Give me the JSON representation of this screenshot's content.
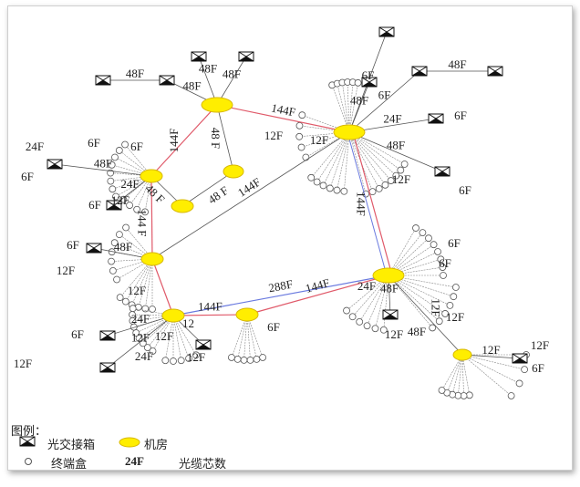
{
  "colors": {
    "room_fill": "#ffee00",
    "room_stroke": "#d8b800",
    "trunk_red": "#e05a6a",
    "trunk_blue": "#6a7adf",
    "branch": "#555555"
  },
  "links": [
    {
      "label": "144F",
      "color": "red"
    },
    {
      "label": "144F",
      "color": "red"
    },
    {
      "label": "48 F",
      "color": "gray"
    },
    {
      "label": "48 F",
      "color": "gray"
    },
    {
      "label": "48 F",
      "color": "gray"
    },
    {
      "label": "144 F",
      "color": "red"
    },
    {
      "label": "144F",
      "color": "gray"
    },
    {
      "label": "144F",
      "color": "red-blue"
    },
    {
      "label": "",
      "color": "red"
    },
    {
      "label": "288F",
      "color": "blue"
    },
    {
      "label": "144F",
      "color": "red"
    },
    {
      "label": "144F",
      "color": "red"
    },
    {
      "label": "12F",
      "color": "gray"
    }
  ],
  "box_labels": [
    "48F",
    "48F",
    "48F",
    "48F",
    "6F",
    "48F",
    "48F",
    "24F",
    "48F",
    "48F",
    "48F",
    "24F",
    "12F",
    "12",
    "48F",
    "12F",
    "6F",
    "24F"
  ],
  "terminal_labels": [
    "24F",
    "6F",
    "6F",
    "6F",
    "12F",
    "6F",
    "6F",
    "12F",
    "12F",
    "12F",
    "12F",
    "6F",
    "24F",
    "12F",
    "6F",
    "12F",
    "12F",
    "12F",
    "6F",
    "6F",
    "6F",
    "6F",
    "12F",
    "24F",
    "48F",
    "12F",
    "12F",
    "6F"
  ],
  "legend": {
    "title": "图例：",
    "cross_box": "光交接箱",
    "room": "机房",
    "terminal": "终端盒",
    "sample_count": "24F",
    "count_meaning": "光缆芯数"
  }
}
